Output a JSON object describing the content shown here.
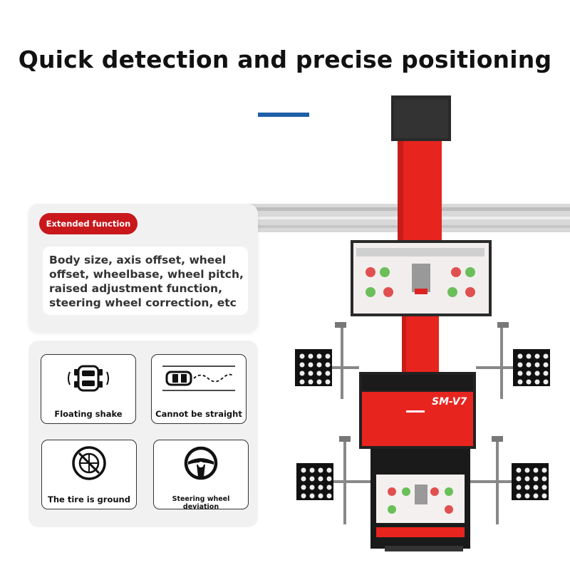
{
  "headline": "Quick detection and precise positioning",
  "extended": {
    "badge": "Extended function",
    "description": "Body size, axis offset, wheel offset, wheelbase, wheel pitch, raised adjustment function, steering wheel correction, etc"
  },
  "symptoms": [
    {
      "label": "Floating shake",
      "icon": "car-shake-icon"
    },
    {
      "label": "Cannot be straight",
      "icon": "car-drift-icon"
    },
    {
      "label": "The tire is ground",
      "icon": "tire-worn-icon"
    },
    {
      "label": "Steering wheel deviation",
      "icon": "steering-wheel-icon"
    }
  ],
  "machine": {
    "model": "SM-V7"
  },
  "colors": {
    "accent_red": "#c8181c",
    "rule_blue": "#1f5fa8",
    "machine_red": "#e8241f",
    "machine_dark": "#1a1a1a"
  }
}
